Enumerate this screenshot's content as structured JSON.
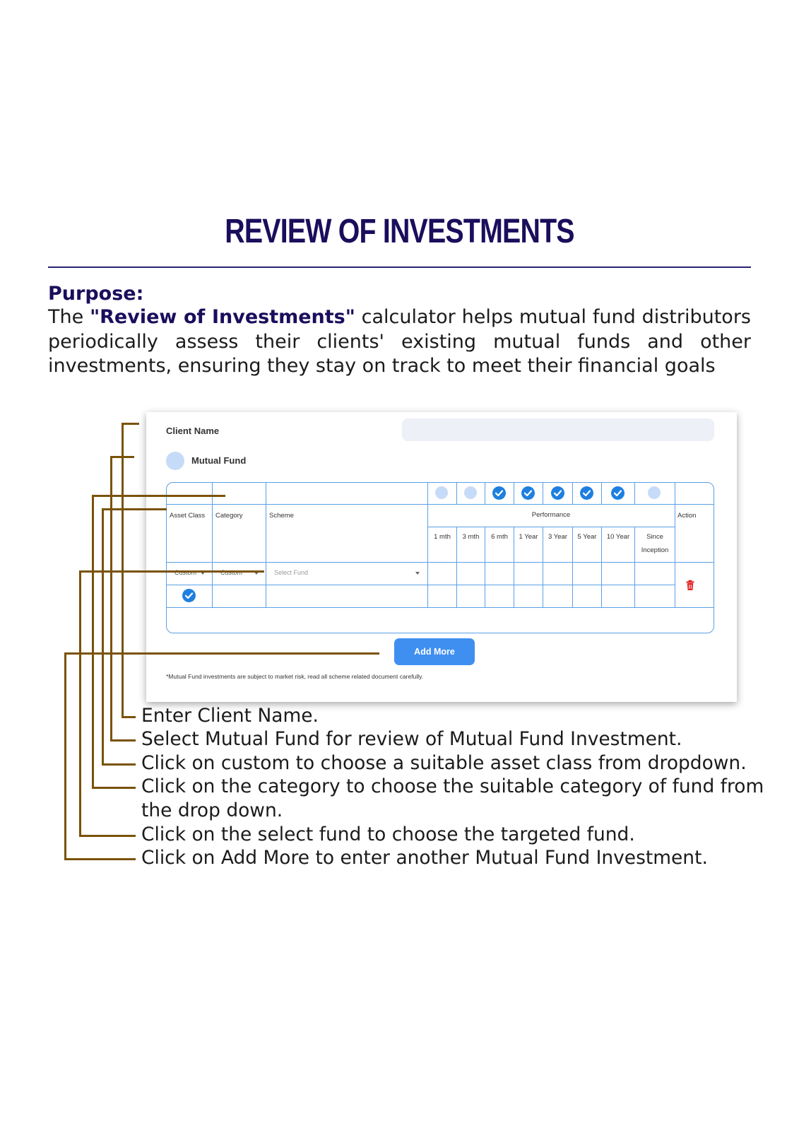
{
  "title": "REVIEW OF INVESTMENTS",
  "purpose": {
    "heading": "Purpose:",
    "prefix": "The ",
    "tool_name": "\"Review of Investments\"",
    "text": " calculator helps mutual fund distributors periodically assess their clients' existing mutual funds and other investments, ensuring they stay on track to meet their financial goals"
  },
  "form": {
    "client_name_label": "Client Name",
    "client_name_value": "",
    "mutual_fund_label": "Mutual Fund",
    "columns": {
      "asset_class": "Asset Class",
      "category": "Category",
      "scheme": "Scheme",
      "performance": "Performance",
      "action": "Action"
    },
    "periods": [
      "1 mth",
      "3 mth",
      "6 mth",
      "1 Year",
      "3 Year",
      "5 Year",
      "10 Year",
      "Since Inception"
    ],
    "period_checked": [
      false,
      false,
      true,
      true,
      true,
      true,
      true,
      false
    ],
    "row": {
      "asset_class": "Custom",
      "category": "Custom",
      "scheme_placeholder": "Select Fund"
    },
    "add_more": "Add More",
    "disclaimer": "*Mutual Fund investments are subject to market risk, read all scheme related document carefully."
  },
  "instructions": [
    "Enter Client Name.",
    "Select Mutual Fund for review of Mutual Fund Investment.",
    "Click on custom to choose a suitable asset class from dropdown.",
    "Click on the category to choose the suitable category of fund from",
    "the drop down.",
    "Click on the select fund to choose the targeted fund.",
    "Click on Add More to enter another Mutual Fund Investment."
  ],
  "colors": {
    "title": "#1a0e5c",
    "connector": "#7a5208",
    "accent": "#3f8ff0",
    "grid": "#5aa0e6",
    "delete": "#e02020"
  }
}
